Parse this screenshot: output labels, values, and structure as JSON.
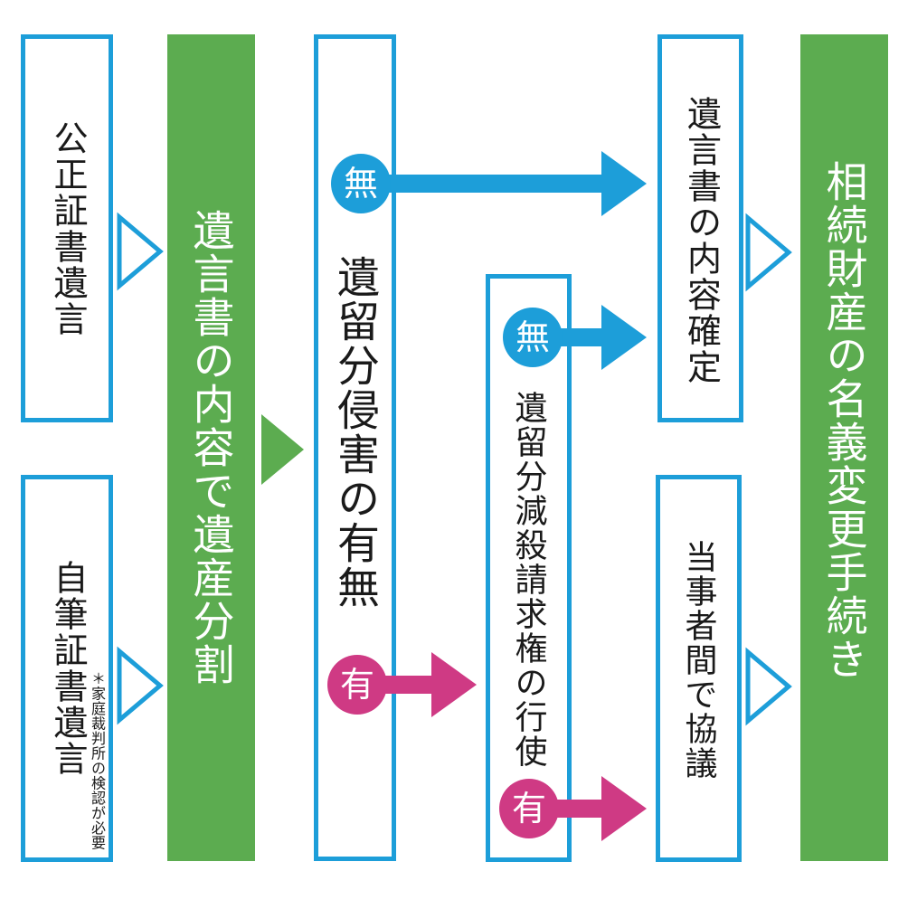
{
  "colors": {
    "blue": "#1d9ed9",
    "green": "#5cac50",
    "pink": "#cf3a84",
    "ink": "#1a1a1a"
  },
  "nodes": {
    "notarized_will": {
      "label": "公正証書遺言"
    },
    "holograph_will": {
      "label": "自筆証書遺言",
      "note": "＊家庭裁判所の検認が必要"
    },
    "divide_estate_by_will": {
      "label": "遺言書の内容で遺産分割"
    },
    "infringement_check": {
      "label": "遺留分侵害の有無"
    },
    "claim_exercise": {
      "label": "遺留分減殺請求権の行使"
    },
    "confirm_will_contents": {
      "label": "遺言書の内容確定"
    },
    "party_negotiation": {
      "label": "当事者間で協議"
    },
    "name_change_procedure": {
      "label": "相続財産の名義変更手続き"
    }
  },
  "badges": {
    "infringement_none": "無",
    "infringement_exists": "有",
    "claim_none": "無",
    "claim_exists": "有"
  }
}
